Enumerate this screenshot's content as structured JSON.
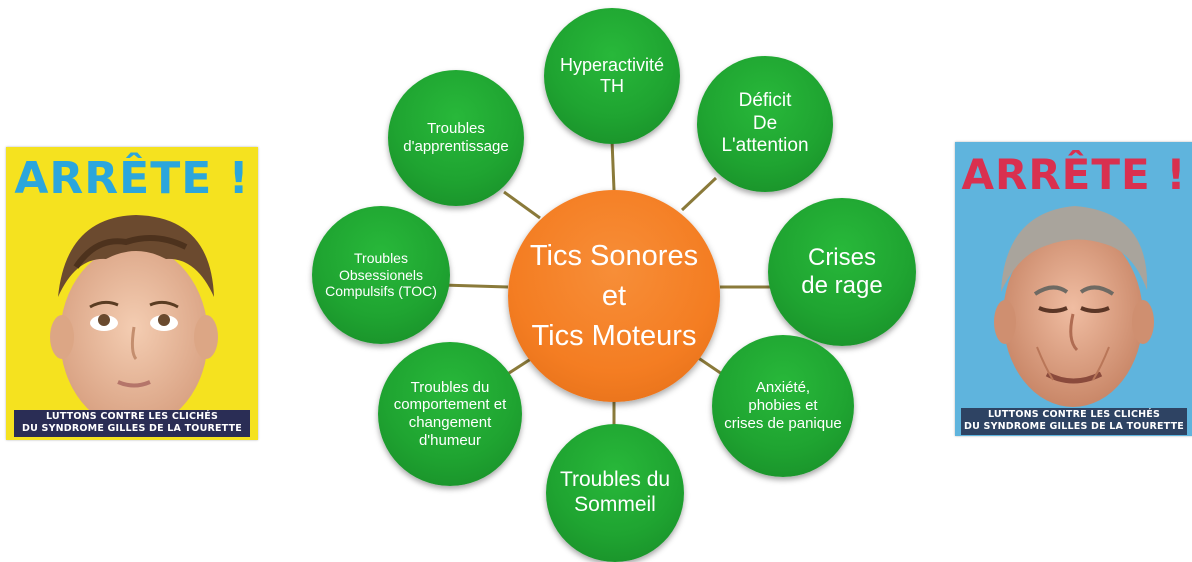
{
  "poster_left": {
    "title": "ARRÊTE !",
    "caption_line1": "LUTTONS CONTRE LES CLICHÉS",
    "caption_line2": "DU SYNDROME GILLES DE LA TOURETTE"
  },
  "poster_right": {
    "title": "ARRÊTE !",
    "caption_line1": "LUTTONS CONTRE LES CLICHÉS",
    "caption_line2": "DU SYNDROME GILLES DE LA TOURETTE"
  },
  "diagram": {
    "center_label": "Tics Sonores\net\nTics Moteurs",
    "nodes": [
      {
        "id": "hyperactivite",
        "label": "Hyperactivité\nTH"
      },
      {
        "id": "deficit",
        "label": "Déficit\nDe\nL'attention"
      },
      {
        "id": "crises-rage",
        "label": "Crises\nde rage"
      },
      {
        "id": "anxiete",
        "label": "Anxiété,\nphobies et\ncrises de panique"
      },
      {
        "id": "sommeil",
        "label": "Troubles du\nSommeil"
      },
      {
        "id": "comportement",
        "label": "Troubles du\ncomportement et\nchangement\nd'humeur"
      },
      {
        "id": "toc",
        "label": "Troubles\nObsessionels\nCompulsifs (TOC)"
      },
      {
        "id": "apprentissage",
        "label": "Troubles\nd'apprentissage"
      }
    ],
    "colors": {
      "center": "#f47d22",
      "node": "#1fa431",
      "connector": "#8a7a3a"
    }
  }
}
